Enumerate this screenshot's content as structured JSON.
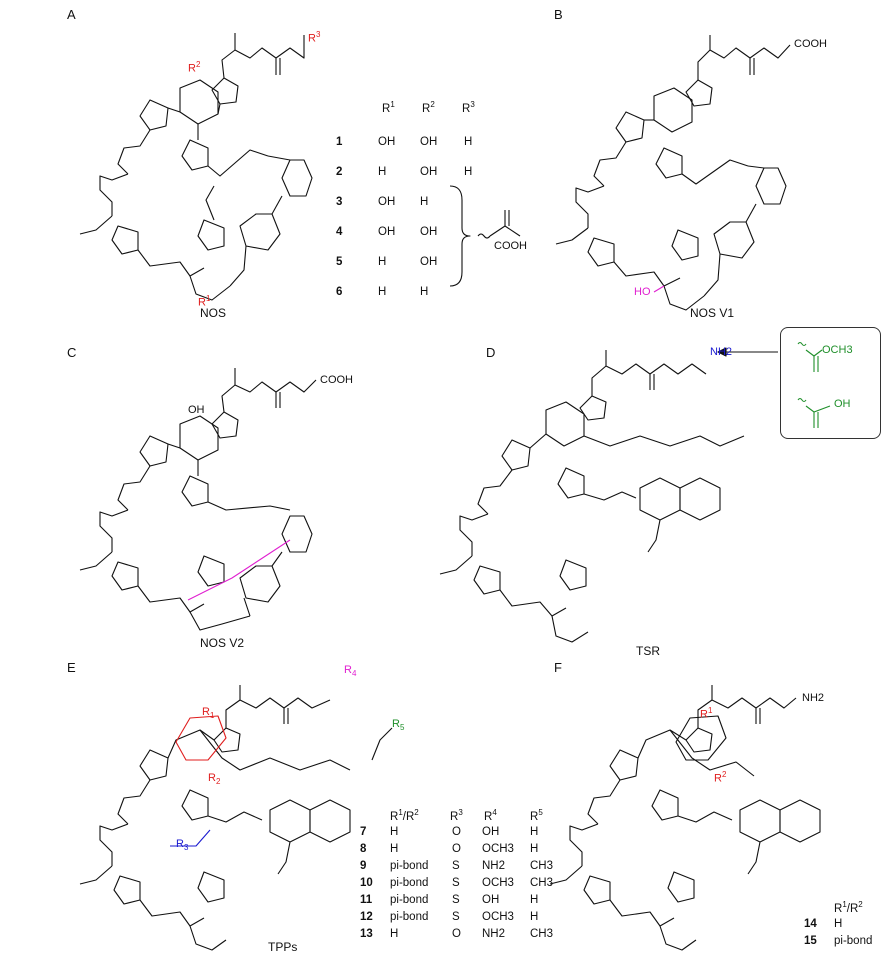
{
  "panels": {
    "A": {
      "letter": "A",
      "caption": "NOS",
      "r_labels": [
        "R2",
        "R1",
        "R3"
      ],
      "table_headers": [
        "R1",
        "R2",
        "R3"
      ],
      "rows": [
        {
          "id": "1",
          "r1": "OH",
          "r2": "OH",
          "r3": "H"
        },
        {
          "id": "2",
          "r1": "H",
          "r2": "OH",
          "r3": "H"
        },
        {
          "id": "3",
          "r1": "OH",
          "r2": "H",
          "r3": ""
        },
        {
          "id": "4",
          "r1": "OH",
          "r2": "OH",
          "r3": ""
        },
        {
          "id": "5",
          "r1": "H",
          "r2": "OH",
          "r3": ""
        },
        {
          "id": "6",
          "r1": "H",
          "r2": "H",
          "r3": ""
        }
      ],
      "bracket_group": "COOH"
    },
    "B": {
      "letter": "B",
      "caption": "NOS V1",
      "top_group": "COOH",
      "ho_label": "HO"
    },
    "C": {
      "letter": "C",
      "caption": "NOS V2",
      "top_group": "COOH",
      "oh_label": "OH"
    },
    "D": {
      "letter": "D",
      "caption": "TSR",
      "nh2": "NH2",
      "box_top": "OCH3",
      "box_bottom": "OH"
    },
    "E": {
      "letter": "E",
      "caption": "TPPs",
      "r_labels": [
        "R4",
        "R1",
        "R2",
        "R3",
        "R5"
      ],
      "table_headers": [
        "R1/R2",
        "R3",
        "R4",
        "R5"
      ],
      "rows": [
        {
          "id": "7",
          "r1r2": "H",
          "r3": "O",
          "r4": "OH",
          "r5": "H"
        },
        {
          "id": "8",
          "r1r2": "H",
          "r3": "O",
          "r4": "OCH3",
          "r5": "H"
        },
        {
          "id": "9",
          "r1r2": "pi-bond",
          "r3": "S",
          "r4": "NH2",
          "r5": "CH3"
        },
        {
          "id": "10",
          "r1r2": "pi-bond",
          "r3": "S",
          "r4": "OCH3",
          "r5": "CH3"
        },
        {
          "id": "11",
          "r1r2": "pi-bond",
          "r3": "S",
          "r4": "OH",
          "r5": "H"
        },
        {
          "id": "12",
          "r1r2": "pi-bond",
          "r3": "S",
          "r4": "OCH3",
          "r5": "H"
        },
        {
          "id": "13",
          "r1r2": "H",
          "r3": "O",
          "r4": "NH2",
          "r5": "CH3"
        }
      ]
    },
    "F": {
      "letter": "F",
      "nh2": "NH2",
      "table_header": "R1/R2",
      "rows": [
        {
          "id": "14",
          "r1r2": "H"
        },
        {
          "id": "15",
          "r1r2": "pi-bond"
        }
      ]
    }
  },
  "colors": {
    "red": "#e01e1e",
    "magenta": "#e020d0",
    "blue": "#1a1ad0",
    "green": "#1f8f2a",
    "ink": "#111111"
  }
}
